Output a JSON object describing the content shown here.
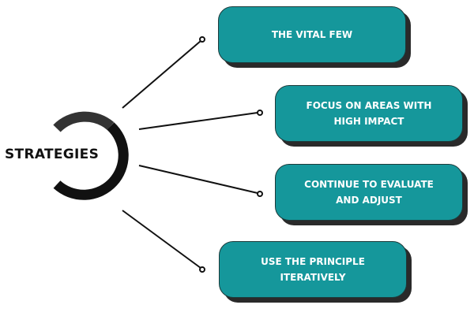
{
  "center": {
    "label": "STRATEGIES"
  },
  "items": [
    {
      "label": "THE VITAL FEW"
    },
    {
      "label": "FOCUS ON AREAS WITH HIGH IMPACT"
    },
    {
      "label": "CONTINUE TO EVALUATE AND ADJUST"
    },
    {
      "label": "USE THE PRINCIPLE ITERATIVELY"
    }
  ],
  "colors": {
    "box": "#15979b",
    "shadow": "#2a2a2a",
    "arc": "#111111",
    "arc_top": "#333333"
  }
}
